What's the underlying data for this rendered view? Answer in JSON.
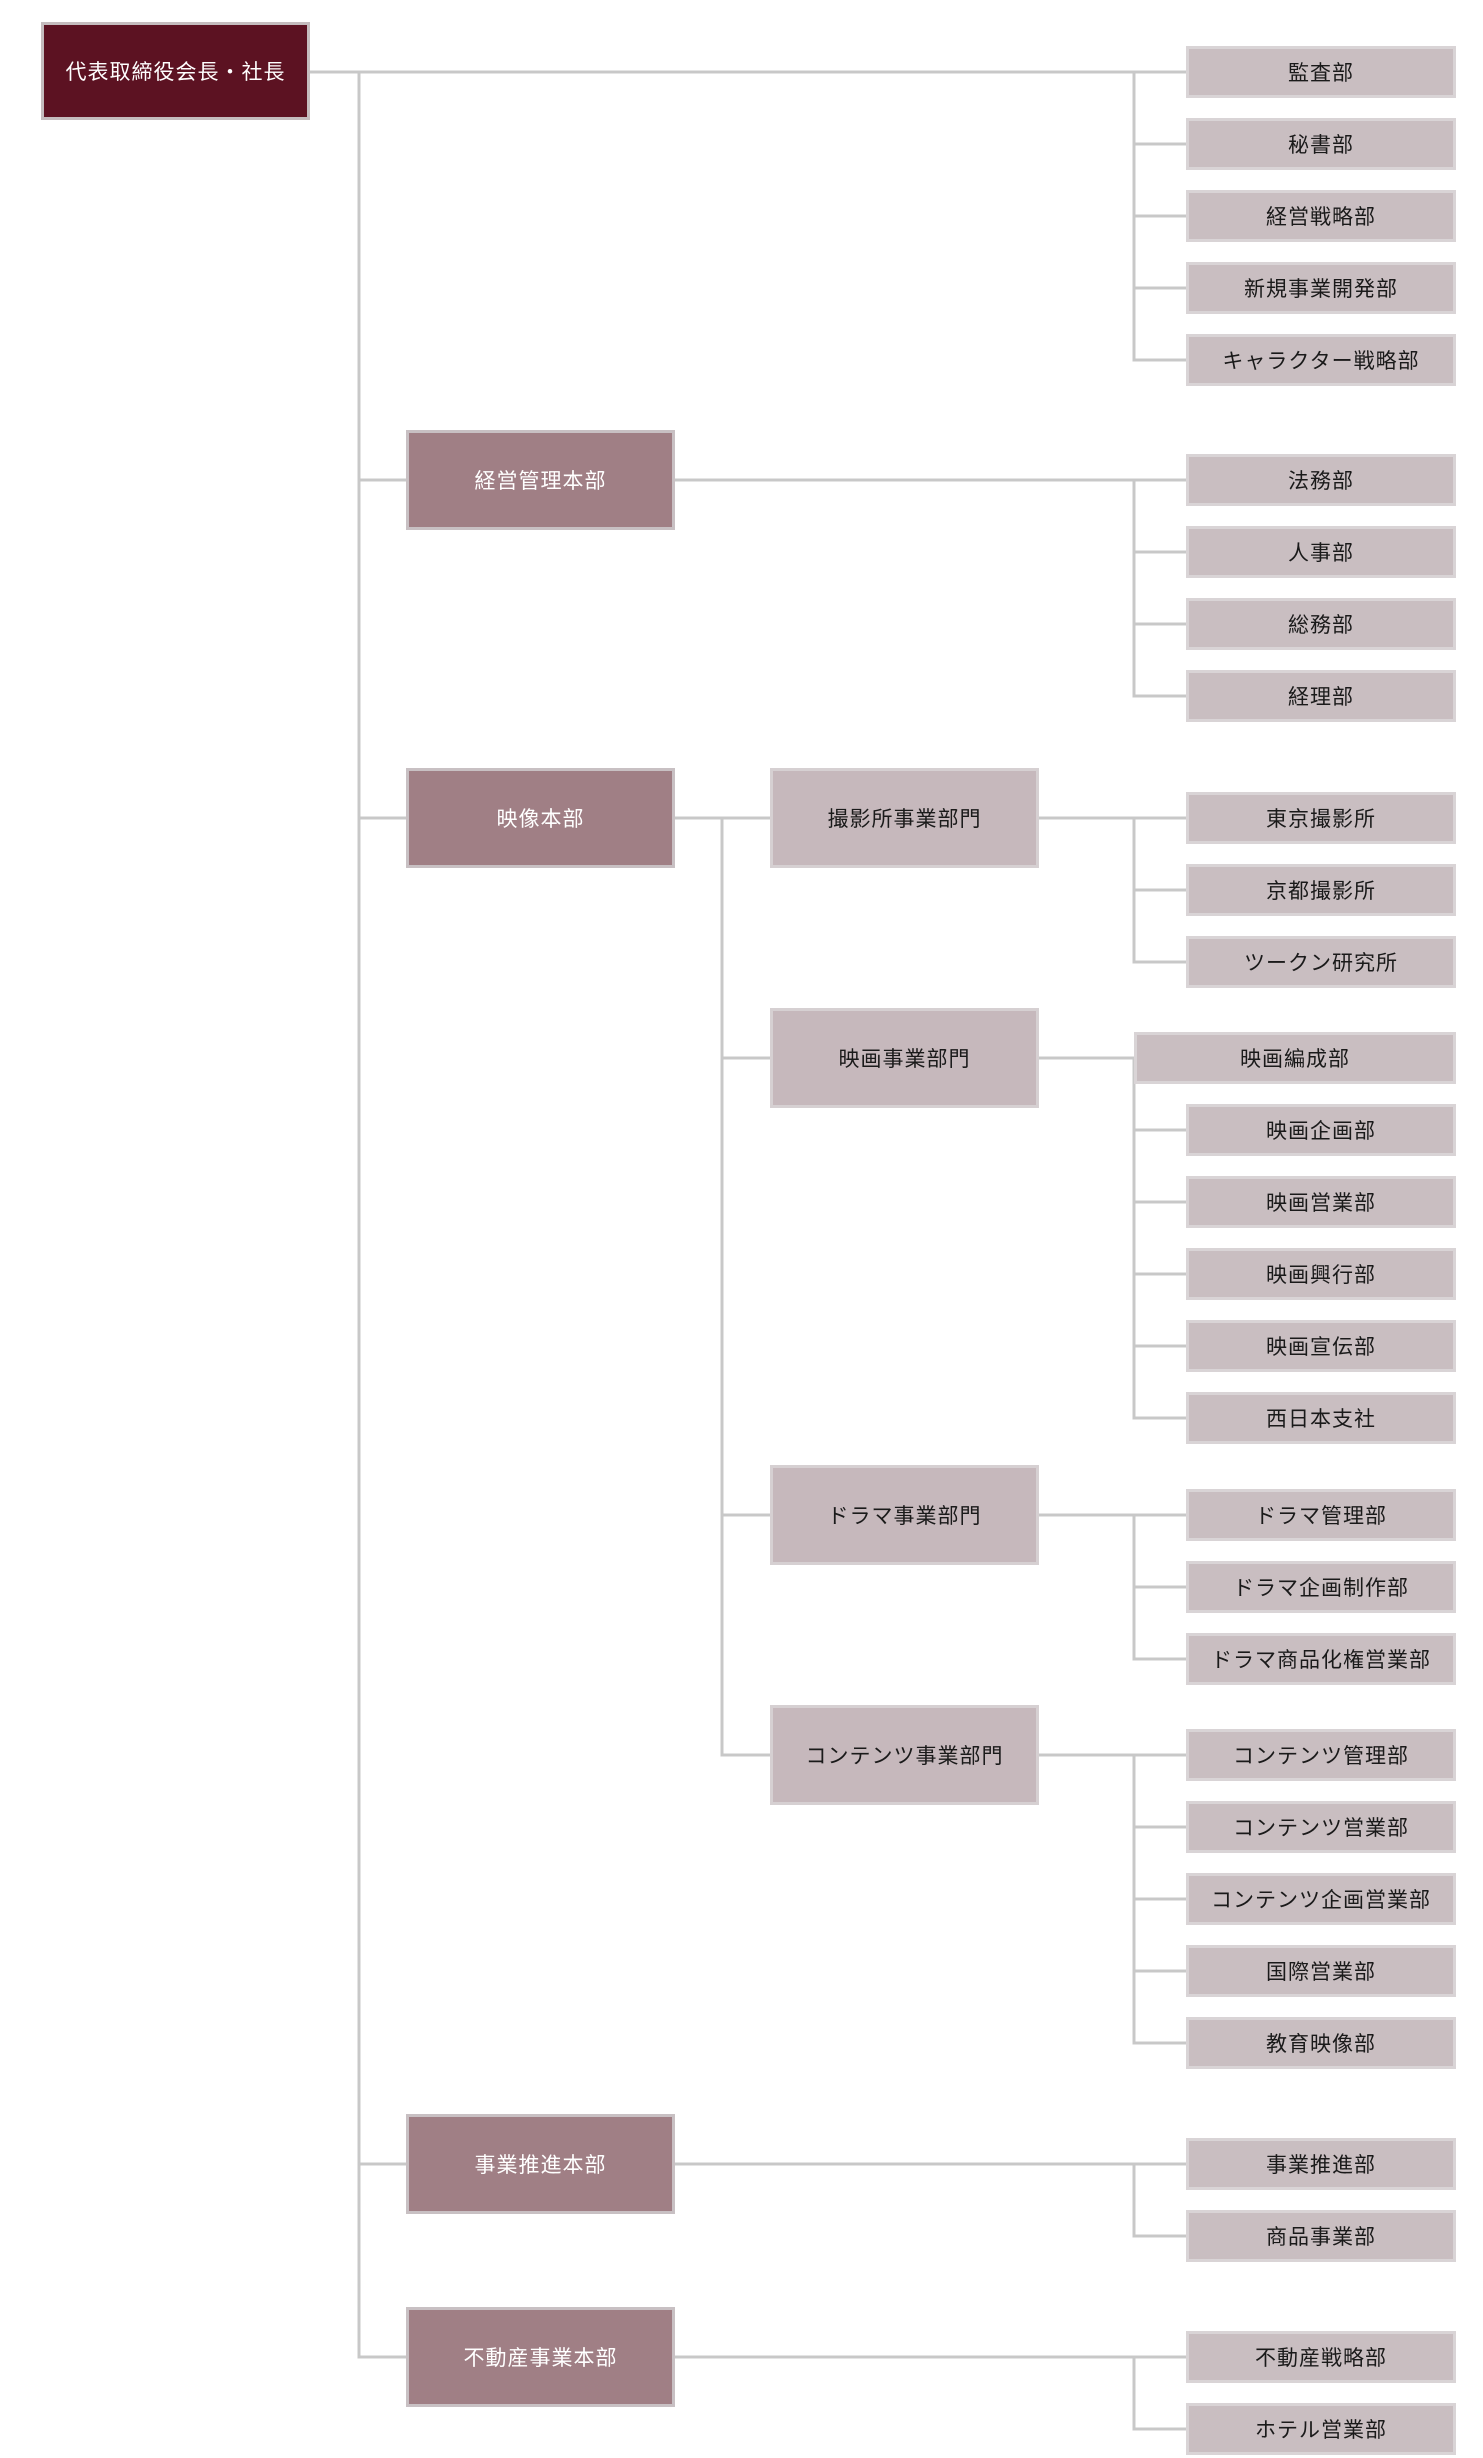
{
  "colors": {
    "root": "#5c1222",
    "headquarters": "#a07f85",
    "division": "#c6b8bc",
    "department": "#c9bec1",
    "connector": "#c8c8c8"
  },
  "root": {
    "label": "代表取締役会長・社長",
    "departments": [
      "監査部",
      "秘書部",
      "経営戦略部",
      "新規事業開発部",
      "キャラクター戦略部"
    ]
  },
  "headquarters": [
    {
      "label": "経営管理本部",
      "departments": [
        "法務部",
        "人事部",
        "総務部",
        "経理部"
      ]
    },
    {
      "label": "映像本部",
      "divisions": [
        {
          "label": "撮影所事業部門",
          "departments": [
            "東京撮影所",
            "京都撮影所",
            "ツークン研究所"
          ]
        },
        {
          "label": "映画事業部門",
          "head": "映画編成部",
          "departments": [
            "映画企画部",
            "映画営業部",
            "映画興行部",
            "映画宣伝部",
            "西日本支社"
          ]
        },
        {
          "label": "ドラマ事業部門",
          "departments": [
            "ドラマ管理部",
            "ドラマ企画制作部",
            "ドラマ商品化権営業部"
          ]
        },
        {
          "label": "コンテンツ事業部門",
          "departments": [
            "コンテンツ管理部",
            "コンテンツ営業部",
            "コンテンツ企画営業部",
            "国際営業部",
            "教育映像部"
          ]
        }
      ]
    },
    {
      "label": "事業推進本部",
      "departments": [
        "事業推進部",
        "商品事業部"
      ]
    },
    {
      "label": "不動産事業本部",
      "departments": [
        "不動産戦略部",
        "ホテル営業部"
      ]
    }
  ]
}
